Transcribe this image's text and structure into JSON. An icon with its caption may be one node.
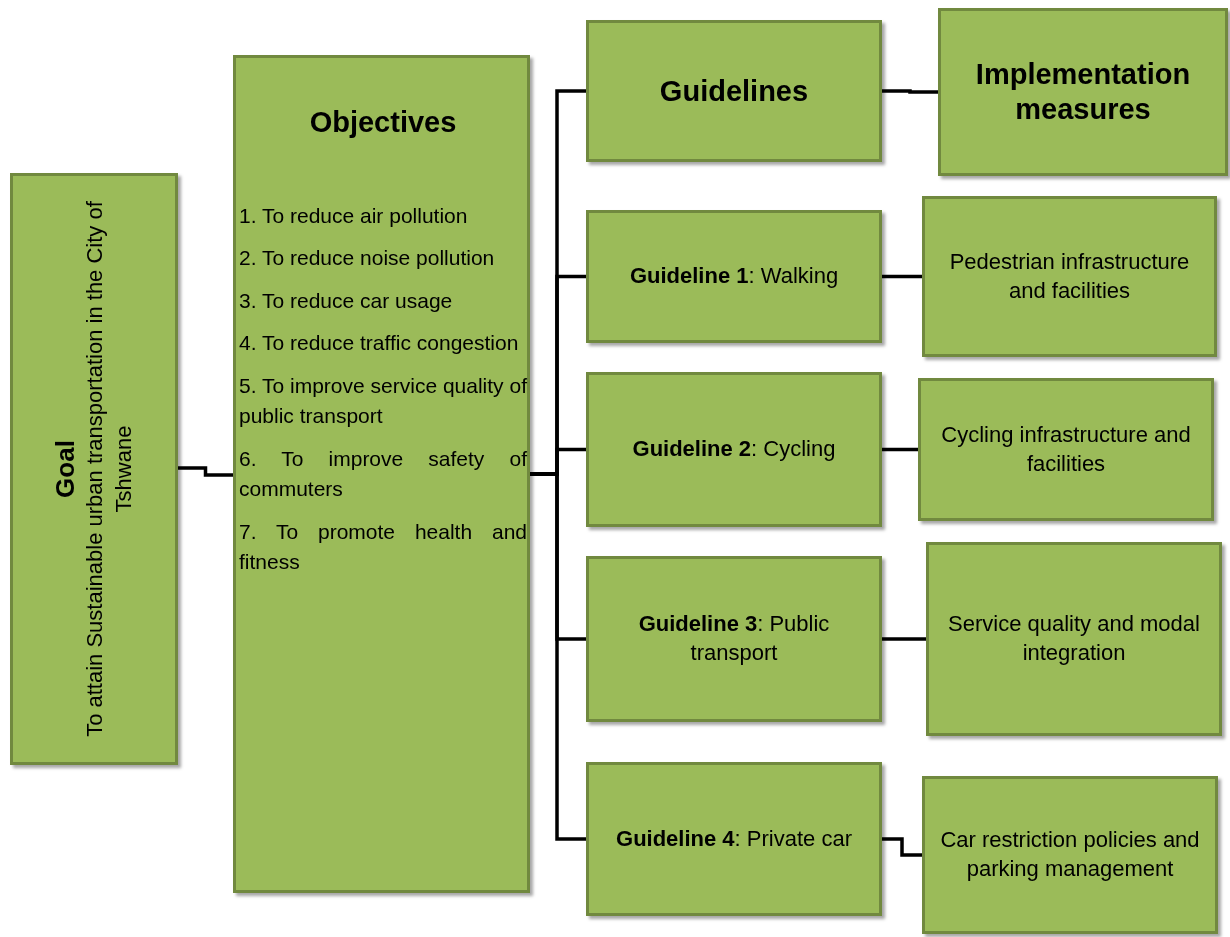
{
  "diagram": {
    "nodes": [
      {
        "text": [
          "Goal",
          "To attain Sustainable urban transportation in the City of Tshwane"
        ]
      },
      {
        "text": [
          "Objectives",
          "1. To reduce air pollution",
          "2. To reduce noise pollution",
          "3. To reduce car usage",
          "4. To reduce traffic congestion",
          "5. To improve service quality of public transport",
          "6. To improve safety of commuters",
          "7. To promote health and fitness"
        ]
      },
      {
        "text": [
          "Guidelines"
        ]
      },
      {
        "text": [
          "Implementation measures"
        ]
      },
      {
        "text": [
          "**Guideline 1**: Walking"
        ]
      },
      {
        "text": [
          "Pedestrian infrastructure and facilities"
        ]
      },
      {
        "text": [
          "**Guideline 2**: Cycling"
        ]
      },
      {
        "text": [
          "Cycling infrastructure and facilities"
        ]
      },
      {
        "text": [
          "**Guideline 3**: Public transport"
        ]
      },
      {
        "text": [
          "Service quality and modal integration"
        ]
      },
      {
        "text": [
          "**Guideline 4**: Private car"
        ]
      },
      {
        "text": [
          "Car restriction policies and parking management"
        ]
      }
    ],
    "edges": [
      {
        "from": 0,
        "to": 1,
        "arrow": "none"
      },
      {
        "from": 1,
        "to": 2,
        "arrow": "none"
      },
      {
        "from": 1,
        "to": 4,
        "arrow": "none"
      },
      {
        "from": 1,
        "to": 6,
        "arrow": "none"
      },
      {
        "from": 1,
        "to": 8,
        "arrow": "none"
      },
      {
        "from": 1,
        "to": 10,
        "arrow": "none"
      },
      {
        "from": 2,
        "to": 3,
        "arrow": "none"
      },
      {
        "from": 4,
        "to": 5,
        "arrow": "none"
      },
      {
        "from": 6,
        "to": 7,
        "arrow": "none"
      },
      {
        "from": 8,
        "to": 9,
        "arrow": "none"
      },
      {
        "from": 10,
        "to": 11,
        "arrow": "none"
      }
    ]
  }
}
